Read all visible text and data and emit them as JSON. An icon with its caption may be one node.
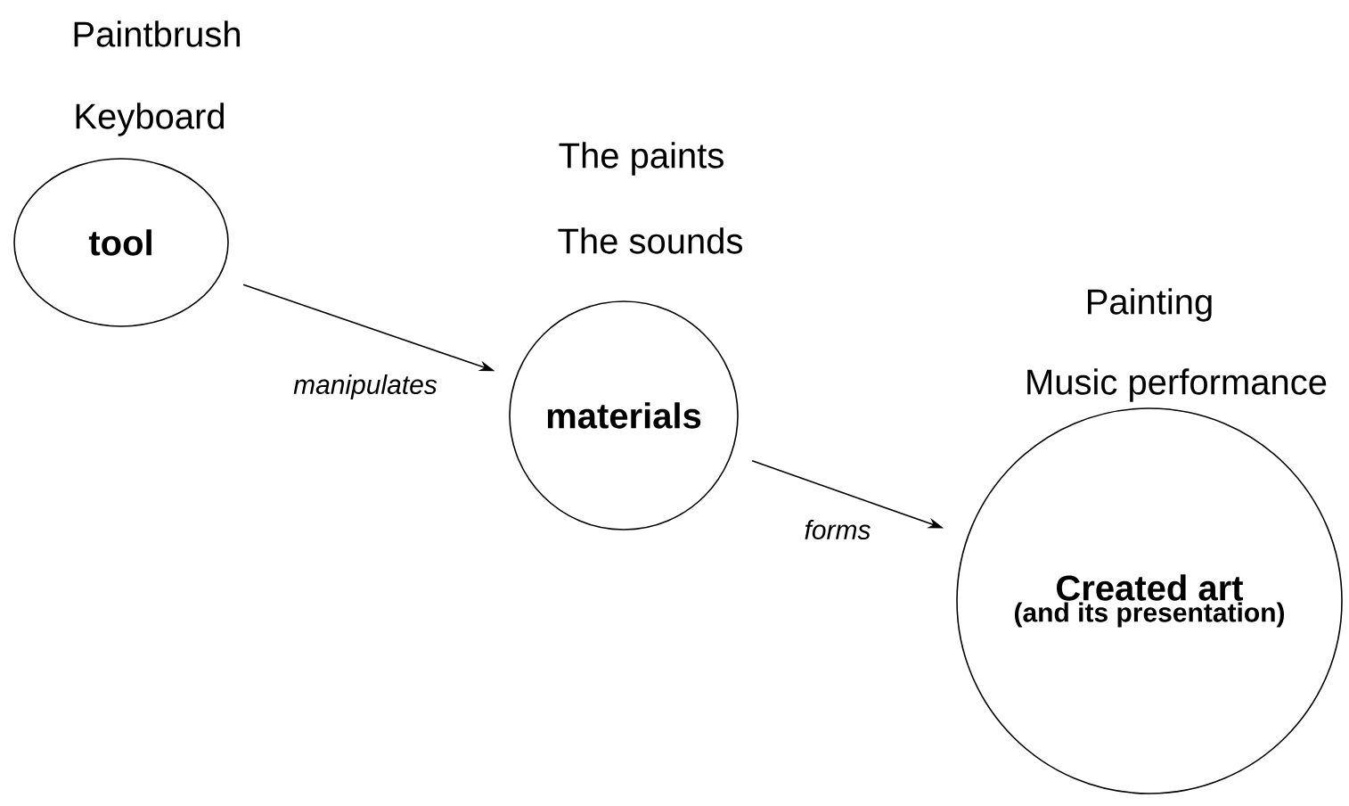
{
  "diagram": {
    "nodes": [
      {
        "text": [
          "tool"
        ],
        "beside": [
          "Paintbrush",
          "Keyboard"
        ]
      },
      {
        "text": [
          "materials"
        ],
        "beside": [
          "The paints",
          "The sounds"
        ]
      },
      {
        "text": [
          "Created art",
          "(and its presentation)"
        ],
        "beside": [
          "Painting",
          "Music performance"
        ]
      }
    ],
    "edges": [
      {
        "from": 0,
        "to": 1,
        "arrow": "to",
        "label": "manipulates"
      },
      {
        "from": 1,
        "to": 2,
        "arrow": "to",
        "label": "forms"
      }
    ]
  }
}
